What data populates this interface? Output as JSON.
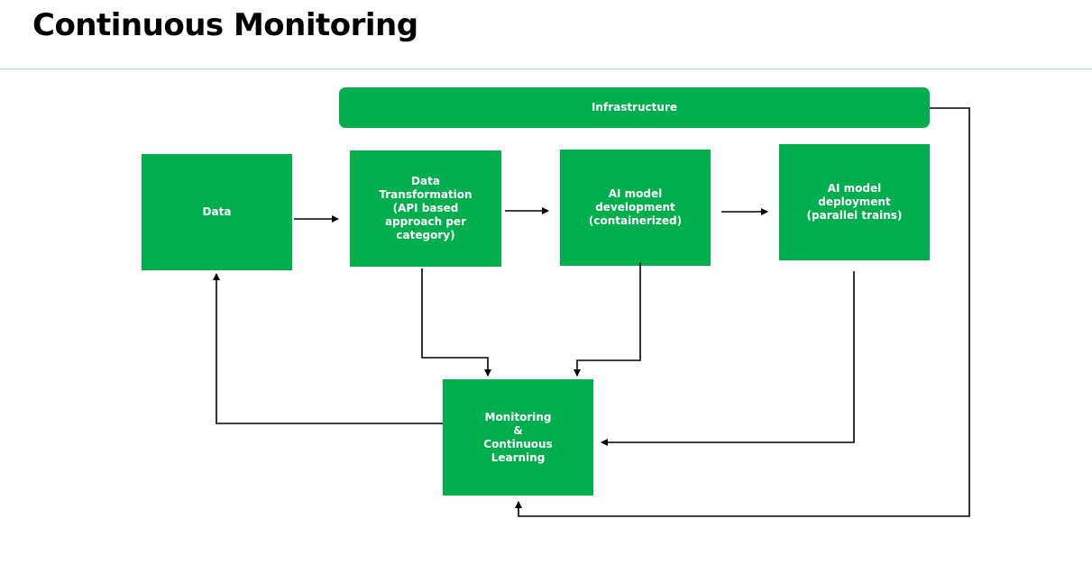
{
  "title": "Continuous Monitoring",
  "colors": {
    "box_fill": "#00ae4d",
    "box_text": "#ffffff",
    "arrow": "#000000",
    "divider": "#9fdcae"
  },
  "nodes": {
    "infrastructure": "Infrastructure",
    "data": "Data",
    "data_transformation": "Data\nTransformation\n(API based\napproach per\ncategory)",
    "ai_model_development": "AI model\ndevelopment\n(containerized)",
    "ai_model_deployment": "AI model\ndeployment\n(parallel trains)",
    "monitoring": "Monitoring\n&\nContinuous\nLearning"
  },
  "edges": [
    {
      "from": "data",
      "to": "data_transformation"
    },
    {
      "from": "data_transformation",
      "to": "ai_model_development"
    },
    {
      "from": "ai_model_development",
      "to": "ai_model_deployment"
    },
    {
      "from": "data_transformation",
      "to": "monitoring"
    },
    {
      "from": "ai_model_development",
      "to": "monitoring"
    },
    {
      "from": "ai_model_deployment",
      "to": "monitoring"
    },
    {
      "from": "monitoring",
      "to": "data"
    },
    {
      "from": "infrastructure",
      "to": "monitoring"
    }
  ]
}
